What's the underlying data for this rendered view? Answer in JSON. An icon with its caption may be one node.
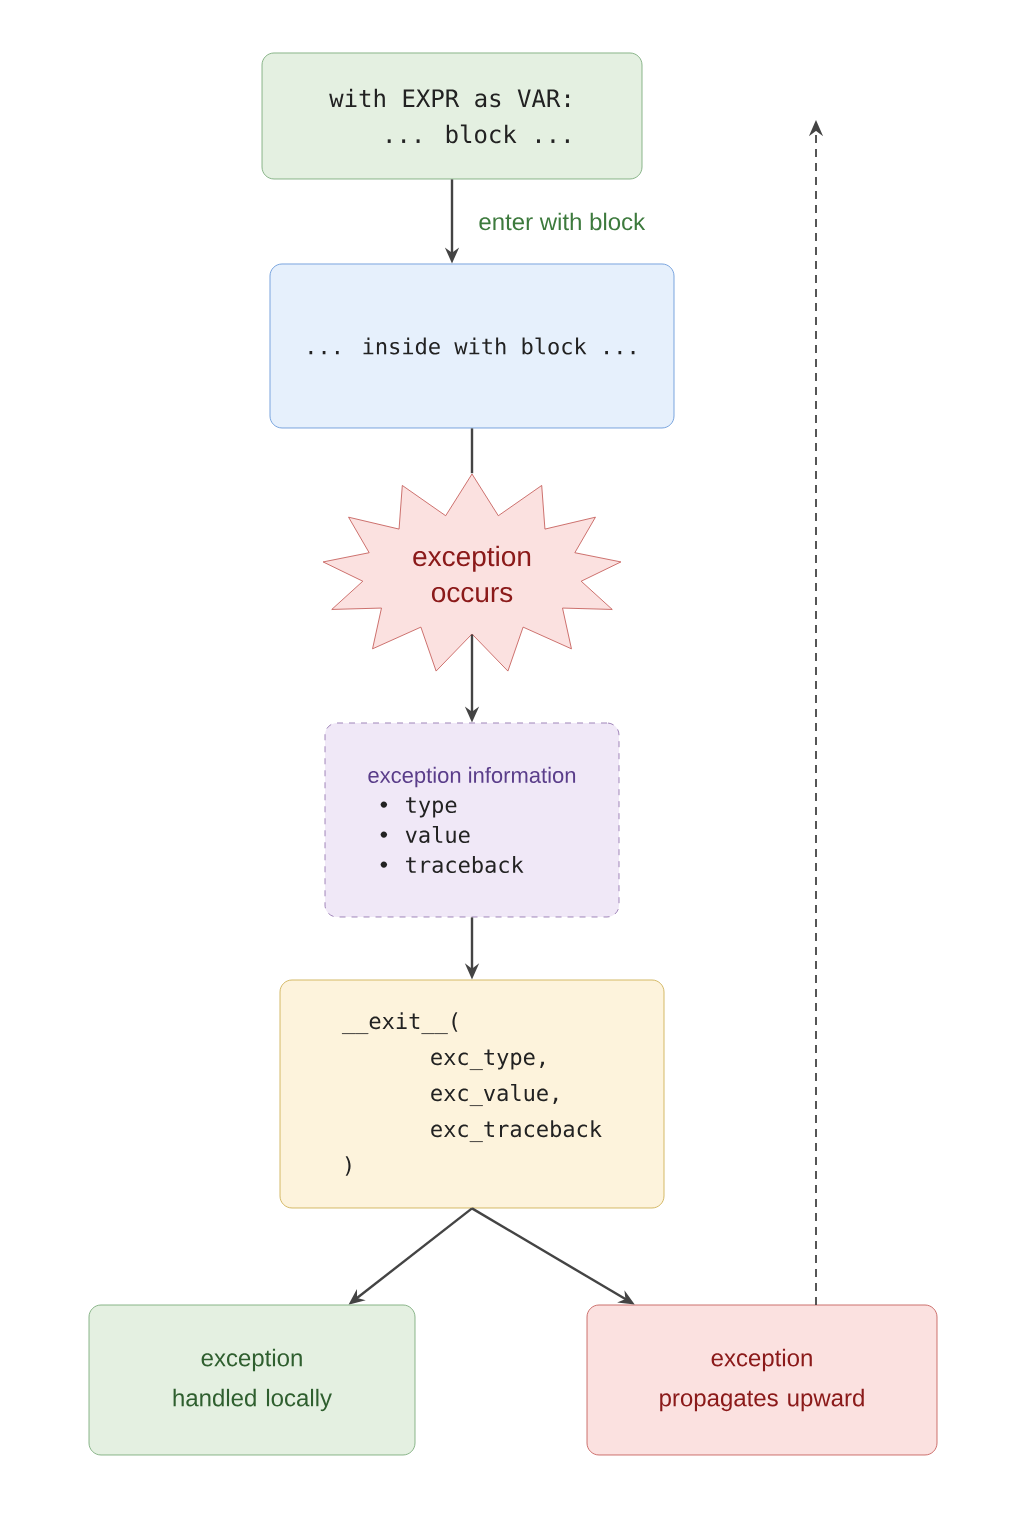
{
  "diagram": {
    "nodes": [
      {
        "text": [
          "with EXPR as VAR:",
          "... block ..."
        ]
      },
      {
        "text": [
          "... inside with block ..."
        ]
      },
      {
        "text": [
          "exception occurs"
        ]
      },
      {
        "text": [
          "exception information",
          "type",
          "value",
          "traceback"
        ]
      },
      {
        "text": [
          "__exit__(",
          "exc_type,",
          "exc_value,",
          "exc_traceback",
          ")"
        ]
      },
      {
        "text": [
          "exception handled locally"
        ]
      },
      {
        "text": [
          "exception propagates upward"
        ]
      }
    ],
    "edges": [
      {
        "from": 0,
        "to": 1,
        "arrow": "to",
        "label": "enter with block"
      },
      {
        "from": 1,
        "to": 2,
        "arrow": "none"
      },
      {
        "from": 2,
        "to": 3,
        "arrow": "to"
      },
      {
        "from": 3,
        "to": 4,
        "arrow": "to"
      },
      {
        "from": 4,
        "to": 5,
        "arrow": "to"
      },
      {
        "from": 4,
        "to": 6,
        "arrow": "to"
      },
      {
        "from": 6,
        "to": null,
        "arrow": "to",
        "style": "dashed"
      }
    ]
  }
}
